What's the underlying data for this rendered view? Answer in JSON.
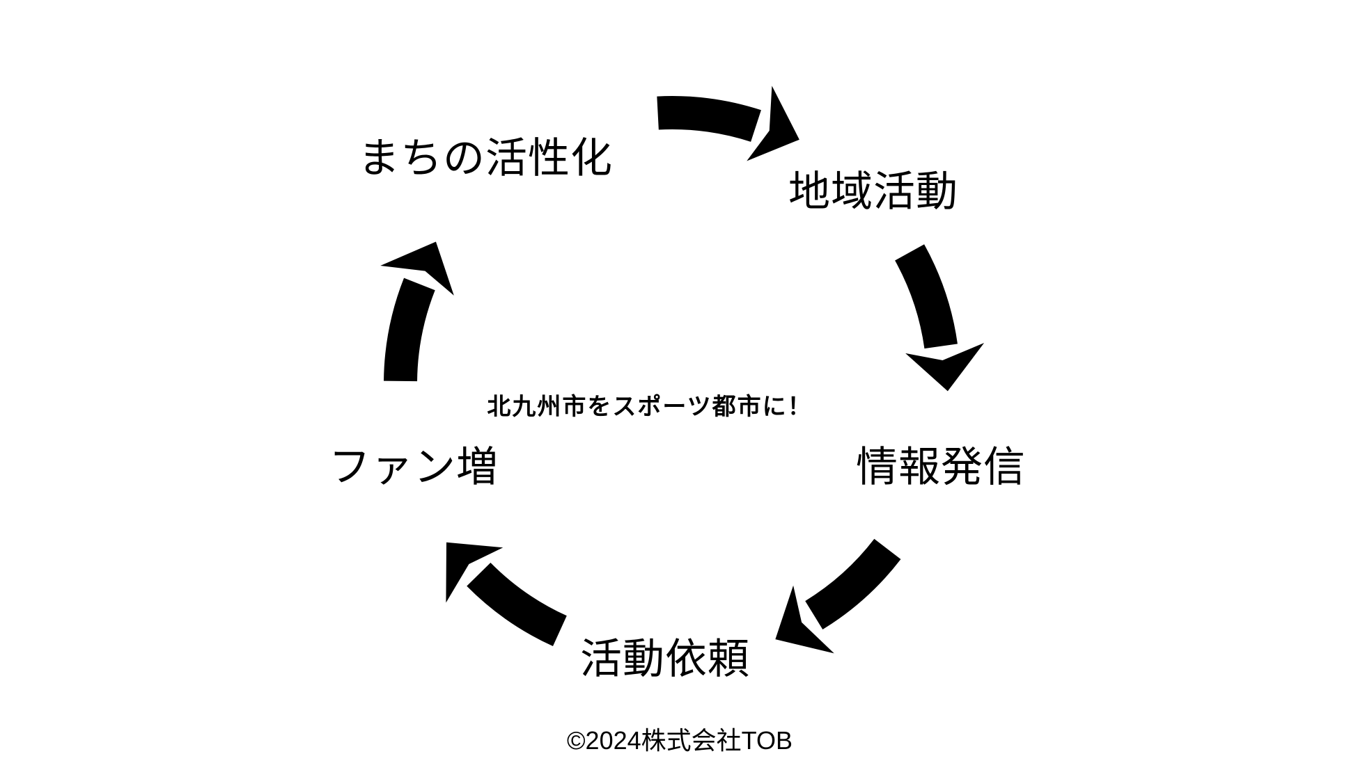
{
  "diagram": {
    "center_label": "北九州市をスポーツ都市に！",
    "nodes": [
      {
        "label": "まちの活性化"
      },
      {
        "label": "地域活動"
      },
      {
        "label": "情報発信"
      },
      {
        "label": "活動依頼"
      },
      {
        "label": "ファン増"
      }
    ],
    "cycle_order": "まちの活性化 → 地域活動 → 情報発信 → 活動依頼 → ファン増 → まちの活性化",
    "arrow_color": "#000000",
    "background_color": "#ffffff",
    "text_color": "#000000"
  },
  "footer": {
    "copyright": "©2024株式会社TOB"
  }
}
